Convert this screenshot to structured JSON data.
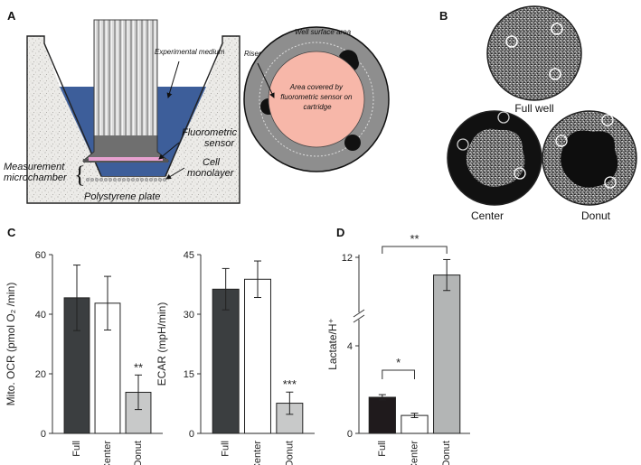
{
  "panels": {
    "a": "A",
    "b": "B",
    "c": "C",
    "d": "D"
  },
  "schematic": {
    "experimental_medium": "Experimental medium",
    "fluorometric_sensor": "Fluorometric sensor",
    "cell_monolayer": "Cell monolayer",
    "measurement_microchamber": "Measurement microchamber",
    "polystyrene_plate": "Polystyrene plate",
    "riser": "Riser",
    "well_surface_area": "Well surface area",
    "area_covered": "Area covered by fluorometric sensor on cartridge"
  },
  "images": {
    "full_well": "Full well",
    "center": "Center",
    "donut": "Donut"
  },
  "chart_data": [
    {
      "type": "bar",
      "categories": [
        "Full",
        "Center",
        "Donut"
      ],
      "values": [
        45.5,
        43.7,
        13.8
      ],
      "errors": [
        11.0,
        9.0,
        5.8
      ],
      "ylabel": "Mito. OCR (pmol O₂ /min)",
      "ylim": [
        0,
        60
      ],
      "yticks": [
        "0",
        "20",
        "40",
        "60"
      ],
      "significance": [
        "",
        "",
        "**"
      ],
      "colors": [
        "#3b3e40",
        "#ffffff",
        "#c8c9c9"
      ]
    },
    {
      "type": "bar",
      "categories": [
        "Full",
        "Center",
        "Donut"
      ],
      "values": [
        36.3,
        38.8,
        7.6
      ],
      "errors": [
        5.2,
        4.6,
        2.8
      ],
      "ylabel": "ECAR (mpH/min)",
      "ylim": [
        0,
        45
      ],
      "yticks": [
        "0",
        "15",
        "30",
        "45"
      ],
      "significance": [
        "",
        "",
        "***"
      ],
      "colors": [
        "#3b3e40",
        "#ffffff",
        "#c8c9c9"
      ]
    },
    {
      "type": "bar",
      "categories": [
        "Full",
        "Center",
        "Donut"
      ],
      "values": [
        1.65,
        0.82,
        10.4
      ],
      "errors": [
        0.12,
        0.1,
        1.4
      ],
      "ylabel": "Lactate/H⁺",
      "ylim": [
        0,
        12
      ],
      "yticks": [
        "0",
        "4",
        "12"
      ],
      "axis_break": "between 4 and 12",
      "brackets": [
        {
          "from": "Full",
          "to": "Center",
          "label": "*"
        },
        {
          "from": "Full",
          "to": "Donut",
          "label": "**"
        }
      ],
      "colors": [
        "#1f1a1c",
        "#ffffff",
        "#b3b5b5"
      ]
    }
  ]
}
